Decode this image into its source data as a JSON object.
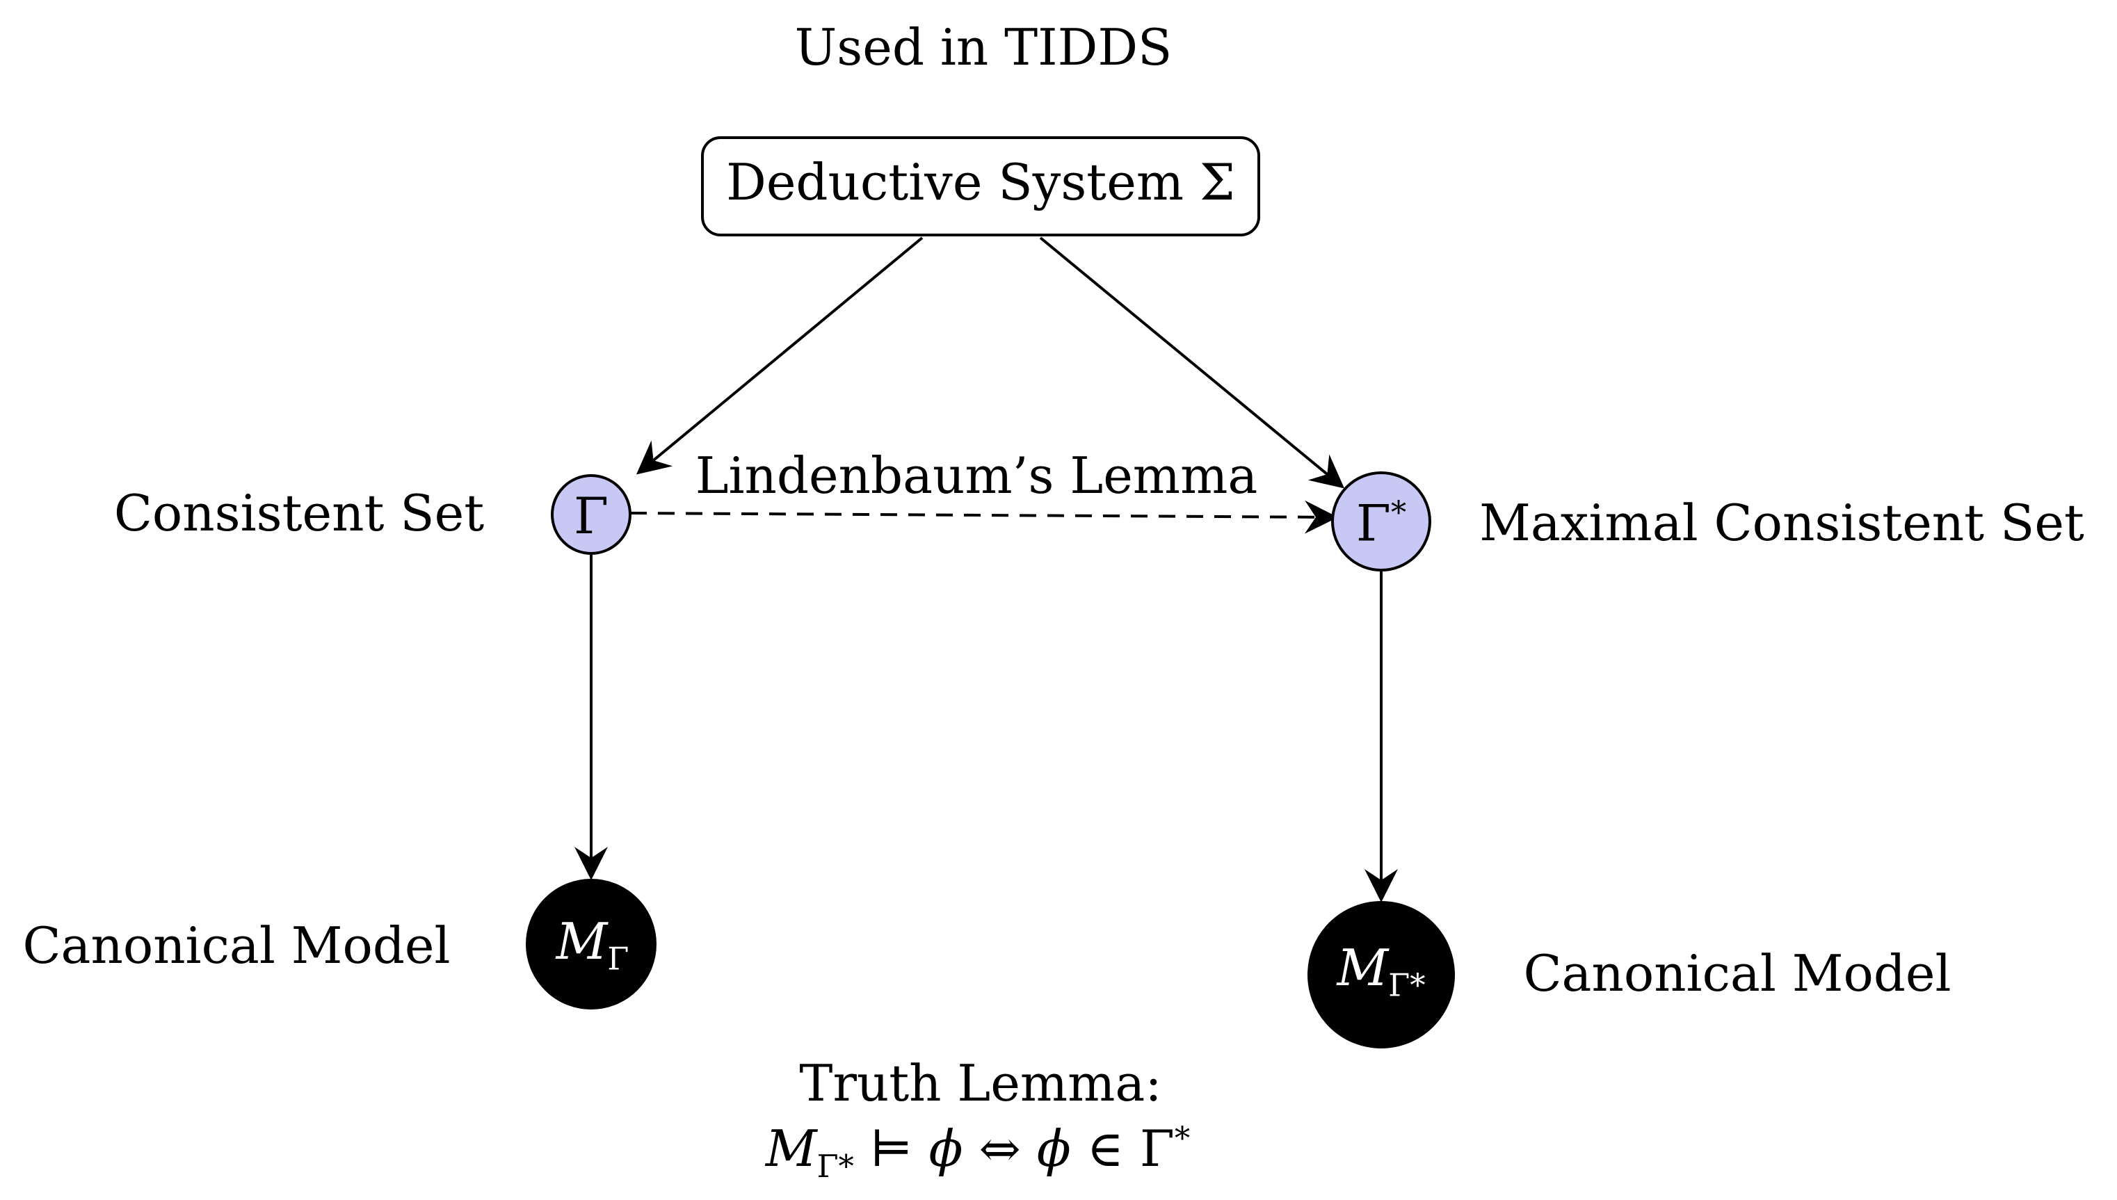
{
  "title": "Used in TIDDS",
  "nodes": {
    "sigma": {
      "label": "Deductive System Σ"
    },
    "gamma": {
      "label": "Γ",
      "color": "#c8c8f5"
    },
    "gamma_star": {
      "label_base": "Γ",
      "label_sup": "*",
      "color": "#c8c8f5"
    },
    "m_gamma": {
      "label_base": "M",
      "label_sub": "Γ",
      "color": "#000000"
    },
    "m_gamma_star": {
      "label_base": "M",
      "label_sub": "Γ*",
      "color": "#000000"
    }
  },
  "labels": {
    "consistent_set": "Consistent Set",
    "maximal_consistent_set": "Maximal Consistent Set",
    "canonical_model_left": "Canonical Model",
    "canonical_model_right": "Canonical Model",
    "lindenbaum": "Lindenbaum’s Lemma",
    "truth_lemma_title": "Truth Lemma:",
    "truth_lemma_formula": {
      "m": "M",
      "m_sub": "Γ*",
      "models": " ⊨ ",
      "phi1": "ϕ",
      "iff": " ⇔ ",
      "phi2": "ϕ",
      "in": " ∈ ",
      "gamma": "Γ",
      "gamma_sup": "*"
    }
  }
}
